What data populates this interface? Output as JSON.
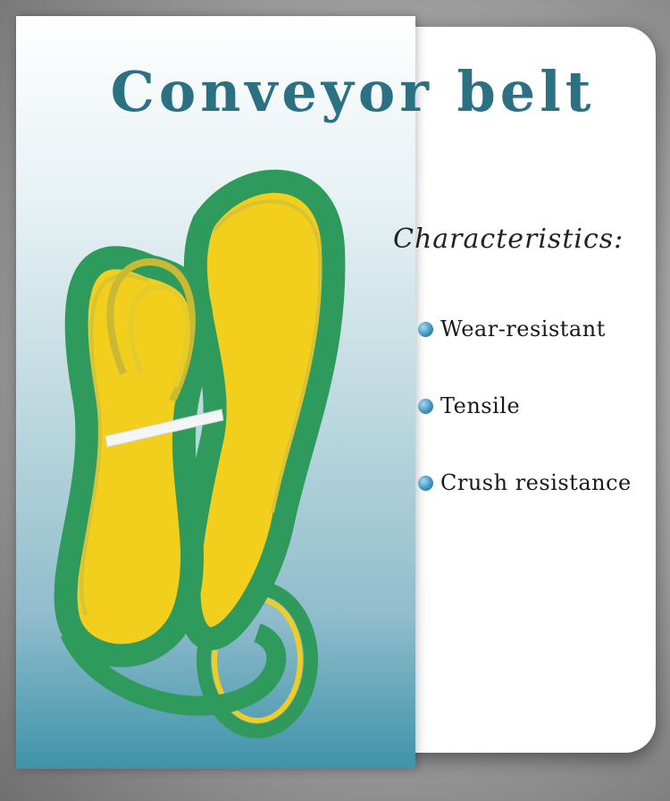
{
  "title": "Conveyor belt",
  "subtitle": "Characteristics:",
  "features": [
    {
      "label": "Wear-resistant"
    },
    {
      "label": "Tensile"
    },
    {
      "label": "Crush resistance"
    }
  ],
  "colors": {
    "title": "#2c7084",
    "belt_green": "#2e9a5c",
    "belt_yellow": "#f2cf1d",
    "bullet": "#3a8fbb"
  }
}
